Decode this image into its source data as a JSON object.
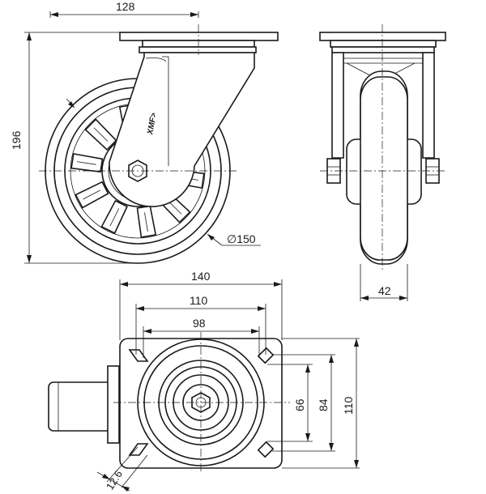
{
  "drawing": {
    "dimensions": {
      "top_width": "128",
      "height": "196",
      "wheel_diameter": "∅150",
      "side_width": "42",
      "plate_width": "140",
      "hole_spacing_outer": "110",
      "hole_spacing_inner": "98",
      "hole_spacing_v_inner": "66",
      "hole_spacing_v_mid": "84",
      "plate_height": "110",
      "slot_width": "12.6"
    }
  }
}
